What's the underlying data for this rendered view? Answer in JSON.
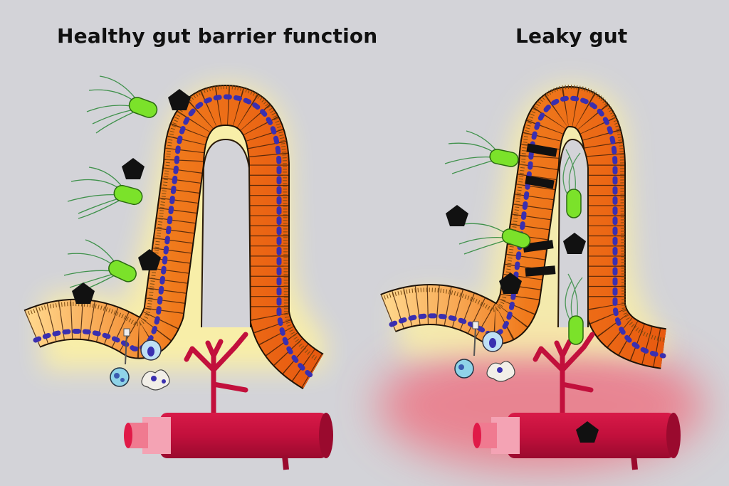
{
  "titles": {
    "healthy": "Healthy gut barrier function",
    "leaky": "Leaky gut"
  },
  "panels": [
    {
      "id": "healthy",
      "tight_junctions_intact": true,
      "inflammation": false
    },
    {
      "id": "leaky",
      "tight_junctions_intact": false,
      "inflammation": true
    }
  ],
  "colors": {
    "background": "#d3d3d8",
    "epithelium_orange": "#f07a1c",
    "epithelium_light": "#ffd58a",
    "nucleus": "#3a2fb0",
    "bacteria_body": "#7be22a",
    "flagella": "#2f8a3c",
    "toxin": "#111111",
    "blood_vessel": "#c2103c",
    "glow_yellow": "#fff7a0",
    "glow_red": "#f06a7a"
  },
  "icons": [
    "bacteria-icon",
    "toxin-pentagon-icon",
    "blood-vessel-icon",
    "immune-cell-icon"
  ]
}
